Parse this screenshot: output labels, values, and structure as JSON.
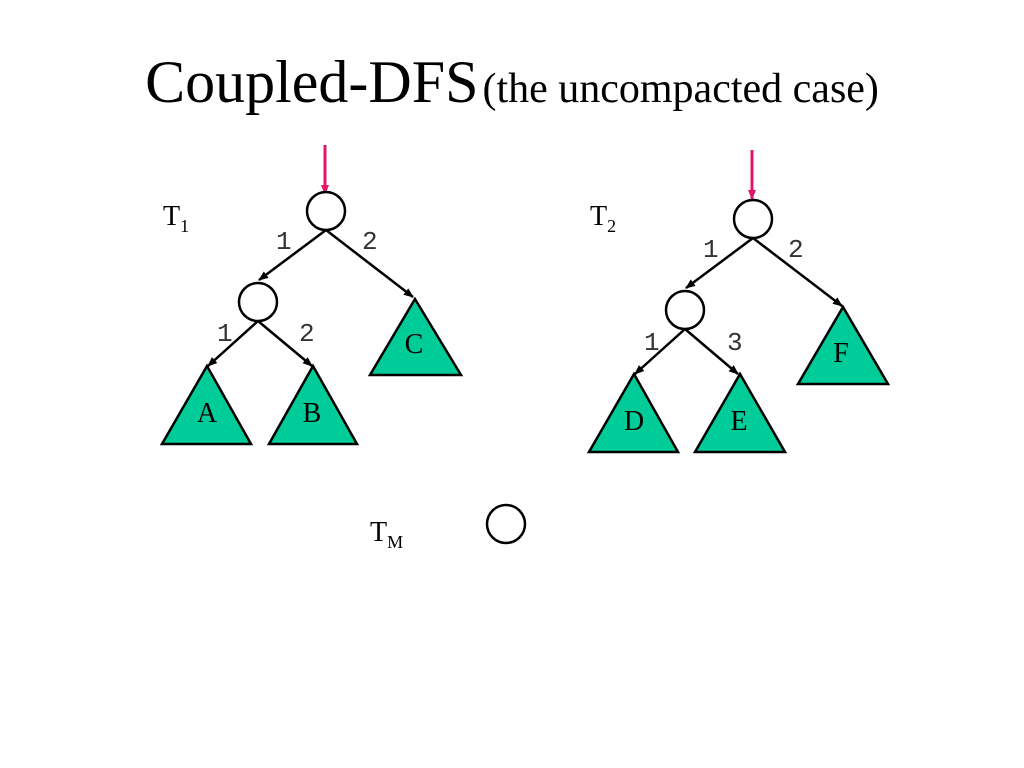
{
  "title": {
    "main": "Coupled-DFS",
    "sub": "(the uncompacted case)"
  },
  "colors": {
    "subtree_fill": "#00cc99",
    "pointer": "#e0186c",
    "stroke": "#000000"
  },
  "trees": {
    "t1": {
      "label": "T",
      "subscript": "1",
      "edges": {
        "root_left": "1",
        "root_right": "2",
        "inner_left": "1",
        "inner_right": "2"
      },
      "subtrees": {
        "a": "A",
        "b": "B",
        "c": "C"
      }
    },
    "t2": {
      "label": "T",
      "subscript": "2",
      "edges": {
        "root_left": "1",
        "root_right": "2",
        "inner_left": "1",
        "inner_right": "3"
      },
      "subtrees": {
        "d": "D",
        "e": "E",
        "f": "F"
      }
    },
    "tm": {
      "label": "T",
      "subscript": "M"
    }
  }
}
